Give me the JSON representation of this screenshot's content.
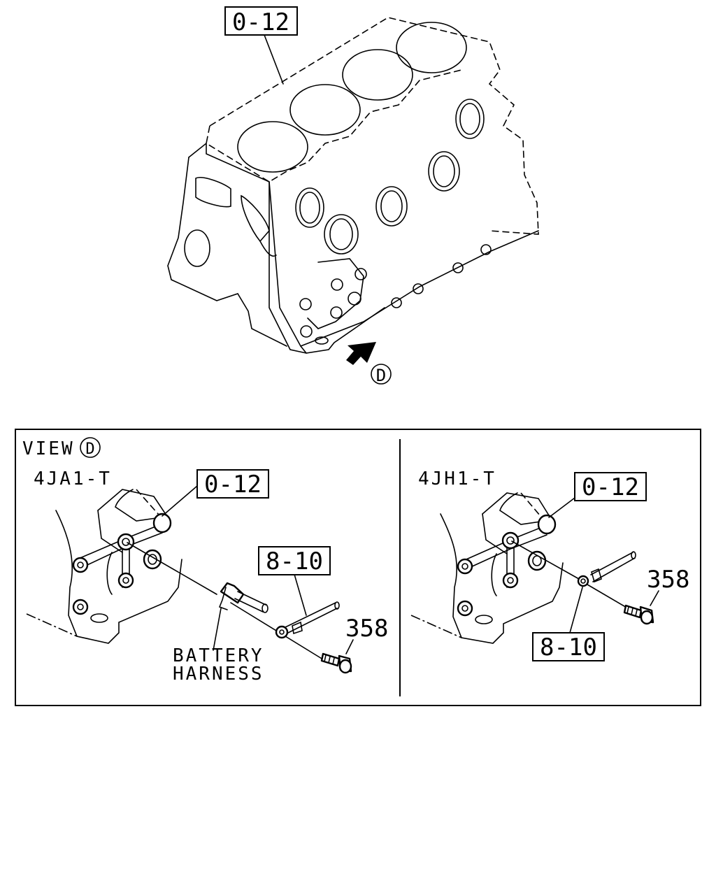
{
  "top_view": {
    "block_ref": "0-12",
    "view_marker": "D"
  },
  "detail_frame": {
    "view_word": "VIEW",
    "view_letter": "D"
  },
  "left_panel": {
    "model": "4JA1-T",
    "block_ref": "0-12",
    "cable_ref": "8-10",
    "bolt_ref": "358",
    "battery_line1": "BATTERY",
    "battery_line2": "HARNESS"
  },
  "right_panel": {
    "model": "4JH1-T",
    "block_ref": "0-12",
    "cable_ref": "8-10",
    "bolt_ref": "358"
  }
}
